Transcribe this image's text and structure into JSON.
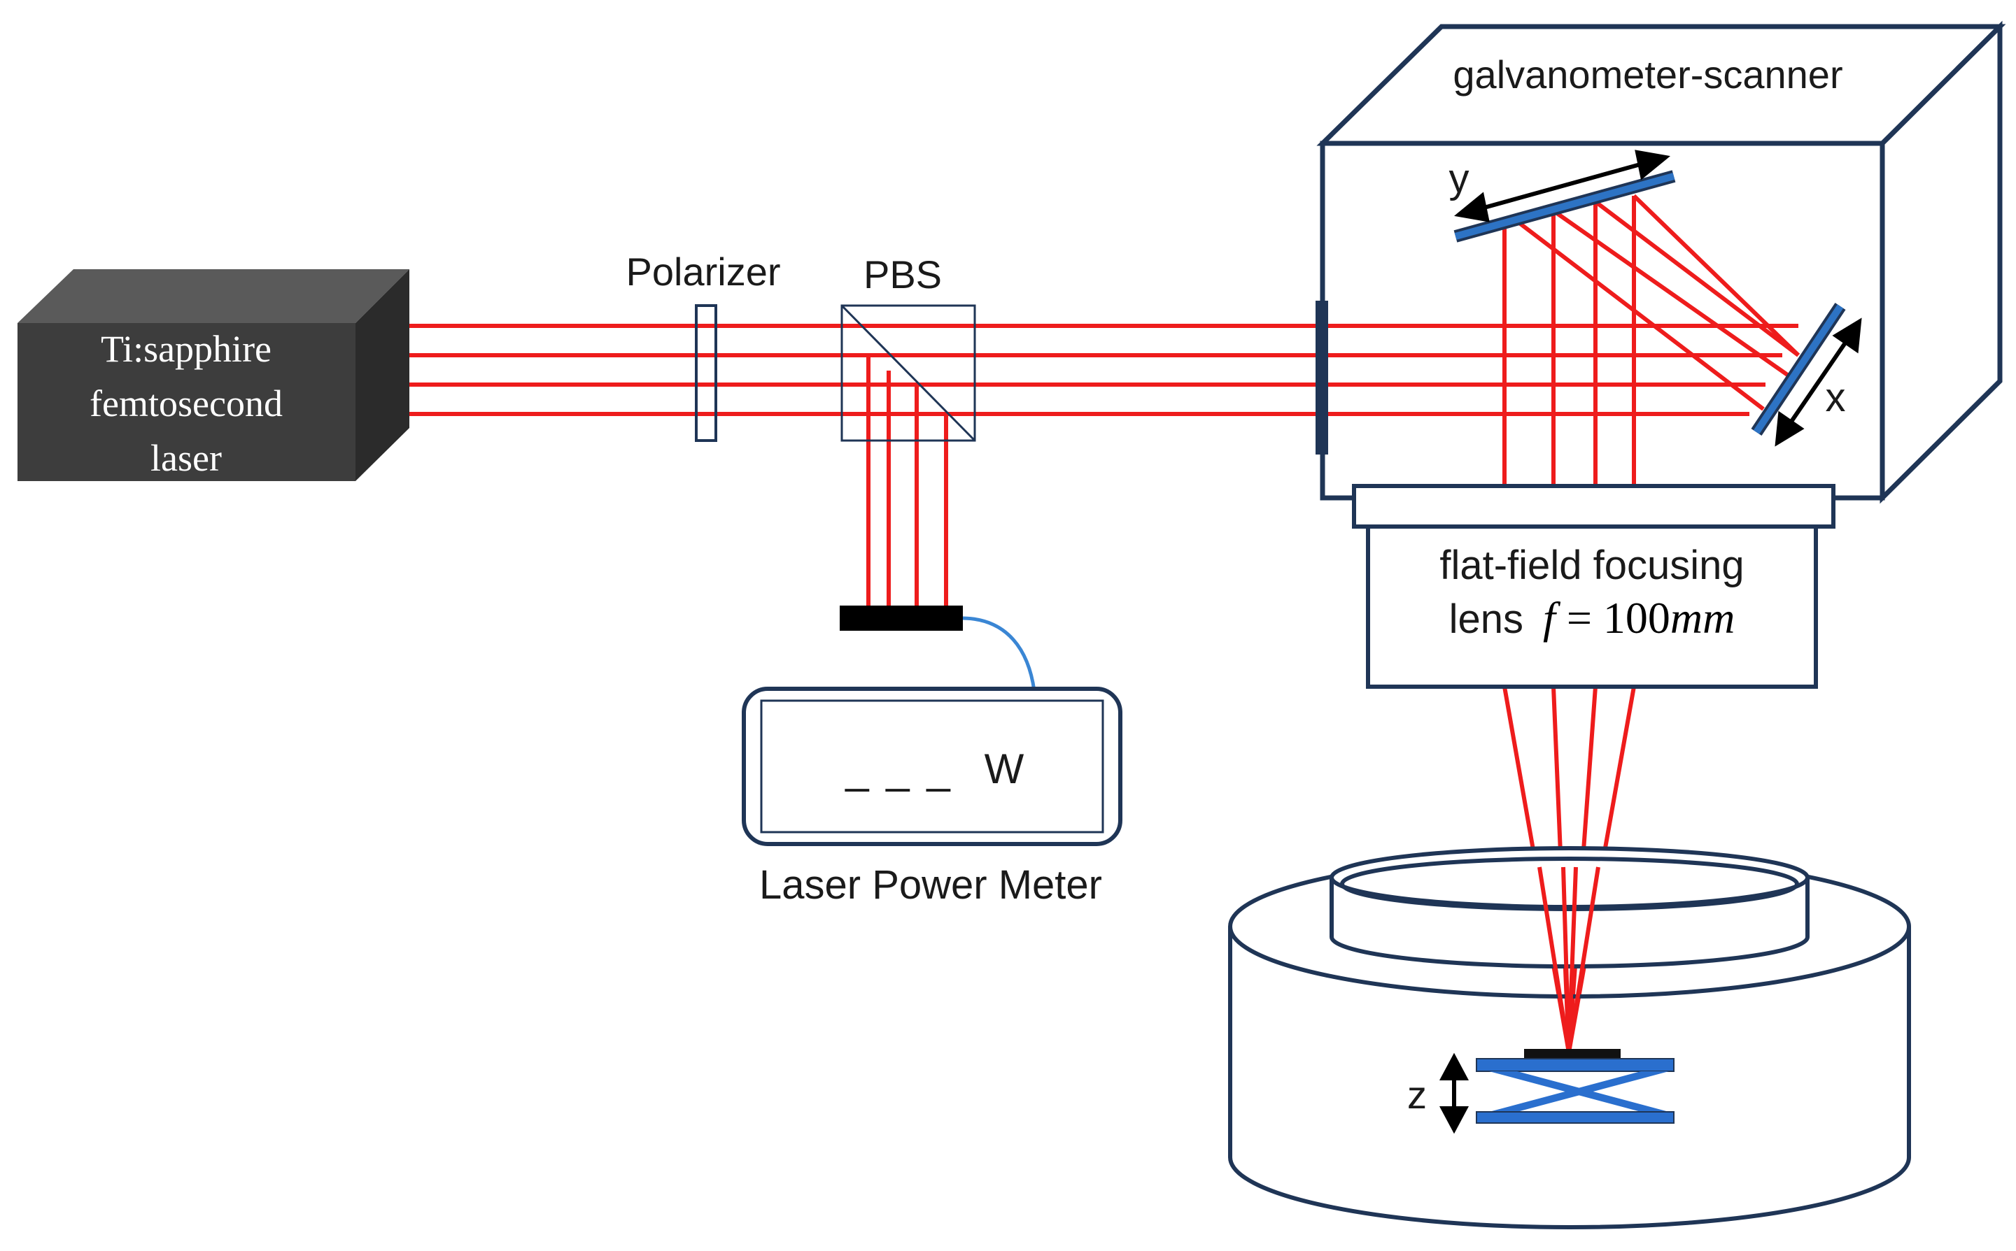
{
  "labels": {
    "laser": [
      "Ti:sapphire",
      "femtosecond",
      "laser"
    ],
    "polarizer": "Polarizer",
    "pbs": "PBS",
    "galvo": "galvanometer-scanner",
    "mirror_y": "y",
    "mirror_x": "x",
    "lens_line1": "flat-field focusing",
    "lens_word": "lens",
    "lens_f": "f",
    "lens_eq": "= 100",
    "lens_unit": "mm",
    "meter_reading": "_ _ _",
    "meter_unit": "W",
    "meter_caption": "Laser Power Meter",
    "stage_z": "z"
  },
  "colors": {
    "beam": "#ee1c1c",
    "outline": "#1f3556",
    "mirror": "#2d73c4",
    "stage": "#2a6fce",
    "laser_front": "#3d3d3d",
    "laser_top": "#5a5a5a",
    "laser_side": "#2a2a2a",
    "cable": "#3a86d4"
  }
}
